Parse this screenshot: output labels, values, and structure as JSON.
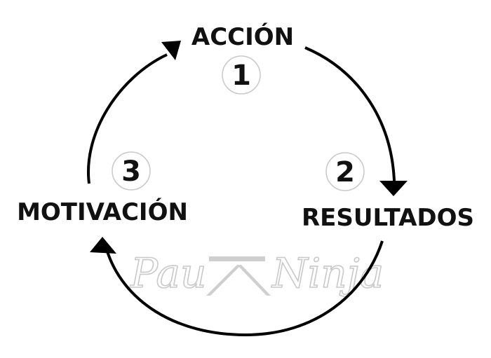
{
  "diagram": {
    "stages": [
      {
        "number": "1",
        "label": "ACCIÓN"
      },
      {
        "number": "2",
        "label": "RESULTADOS"
      },
      {
        "number": "3",
        "label": "MOTIVACIÓN"
      }
    ]
  },
  "watermark": {
    "left_text": "Pau",
    "right_text": "Ninja"
  },
  "colors": {
    "stroke": "#000000",
    "text": "#111111",
    "watermark": "#c9c9c9"
  }
}
